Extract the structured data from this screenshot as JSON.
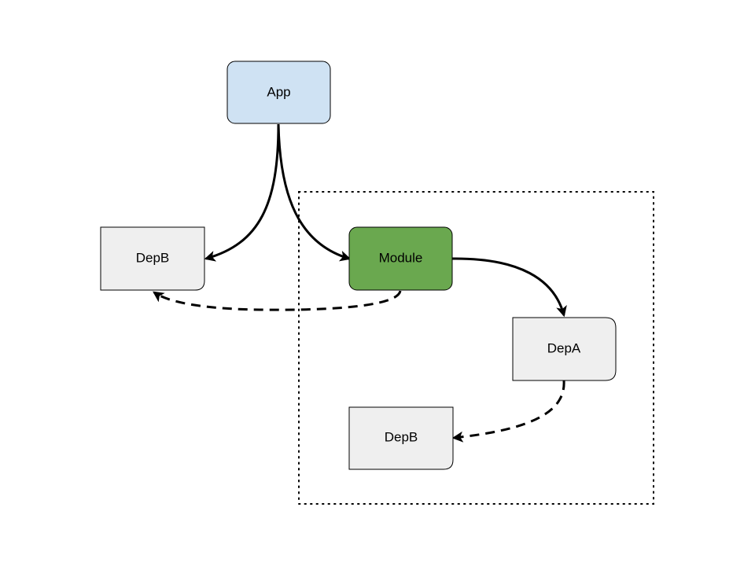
{
  "nodes": {
    "app": {
      "label": "App",
      "color": "#cfe2f3"
    },
    "module": {
      "label": "Module",
      "color": "#6aa84f"
    },
    "dep_b_outer": {
      "label": "DepB",
      "color": "#efefef"
    },
    "dep_a": {
      "label": "DepA",
      "color": "#efefef"
    },
    "dep_b_inner": {
      "label": "DepB",
      "color": "#efefef"
    }
  },
  "edges": [
    {
      "from": "App",
      "to": "DepB",
      "style": "solid"
    },
    {
      "from": "App",
      "to": "Module",
      "style": "solid"
    },
    {
      "from": "Module",
      "to": "DepA",
      "style": "solid"
    },
    {
      "from": "Module",
      "to": "DepB",
      "style": "dashed"
    },
    {
      "from": "DepA",
      "to": "DepB",
      "style": "dashed"
    }
  ],
  "group": {
    "border_style": "dotted"
  }
}
